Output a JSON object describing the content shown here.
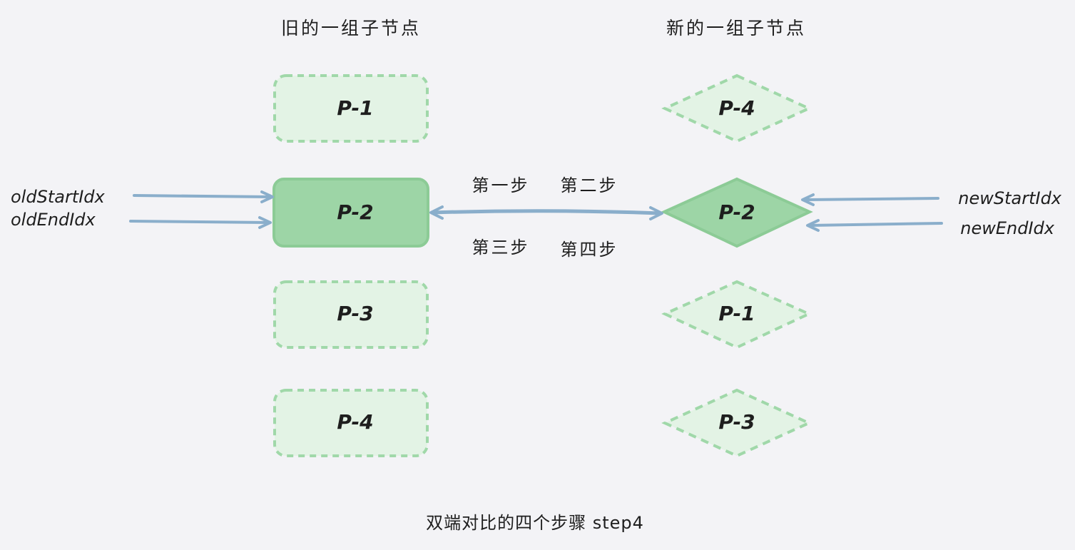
{
  "headings": {
    "old_group": "旧的一组子节点",
    "new_group": "新的一组子节点"
  },
  "old_nodes": [
    {
      "label": "P-1",
      "highlighted": false
    },
    {
      "label": "P-2",
      "highlighted": true
    },
    {
      "label": "P-3",
      "highlighted": false
    },
    {
      "label": "P-4",
      "highlighted": false
    }
  ],
  "new_nodes": [
    {
      "label": "P-4",
      "highlighted": false
    },
    {
      "label": "P-2",
      "highlighted": true
    },
    {
      "label": "P-1",
      "highlighted": false
    },
    {
      "label": "P-3",
      "highlighted": false
    }
  ],
  "pointers": {
    "old_start": "oldStartIdx",
    "old_end": "oldEndIdx",
    "new_start": "newStartIdx",
    "new_end": "newEndIdx"
  },
  "steps": {
    "step1": "第一步",
    "step2": "第二步",
    "step3": "第三步",
    "step4": "第四步"
  },
  "caption": "双端对比的四个步骤 step4",
  "colors": {
    "background": "#f3f3f6",
    "node_fill_light": "#e3f3e5",
    "node_fill_active": "#9dd5a6",
    "node_stroke": "#a0d8a9",
    "arrow": "#8aaecb",
    "text": "#1e1e1e"
  }
}
